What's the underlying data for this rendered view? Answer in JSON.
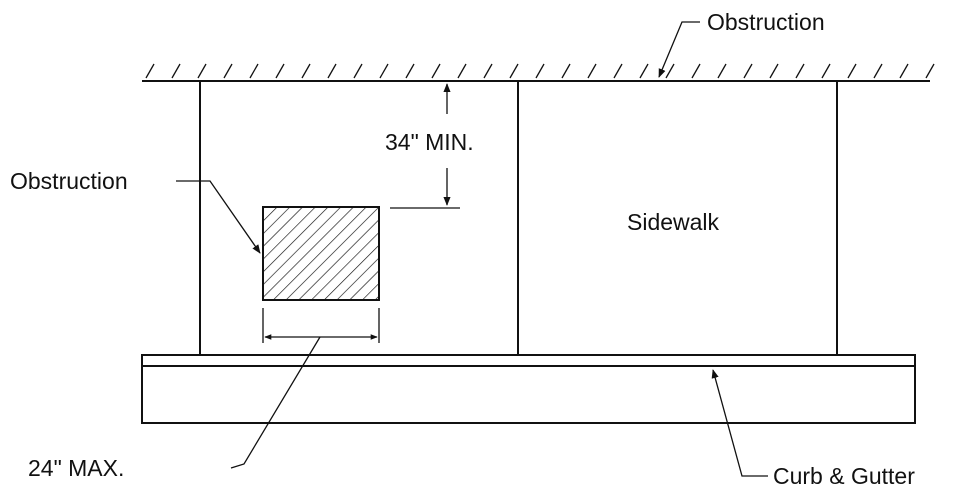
{
  "labels": {
    "top_obstruction": "Obstruction",
    "left_obstruction": "Obstruction",
    "min_height": "34\" MIN.",
    "max_width": "24\" MAX.",
    "sidewalk": "Sidewalk",
    "curb_gutter": "Curb & Gutter"
  },
  "colors": {
    "line": "#111111",
    "background": "#ffffff"
  }
}
